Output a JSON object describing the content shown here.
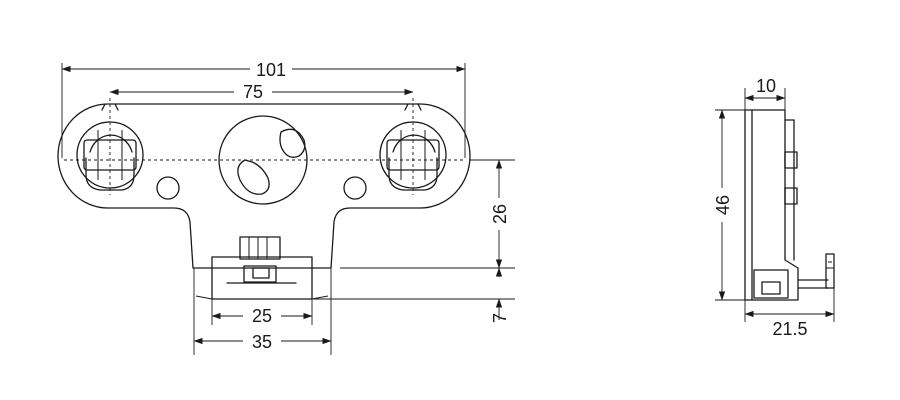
{
  "front_view": {
    "overall_width": "101",
    "hole_spacing": "75",
    "height": "26",
    "switch_width": "25",
    "base_width": "35",
    "base_height": "7"
  },
  "side_view": {
    "top_depth": "10",
    "height": "46",
    "overall_depth": "21.5"
  }
}
